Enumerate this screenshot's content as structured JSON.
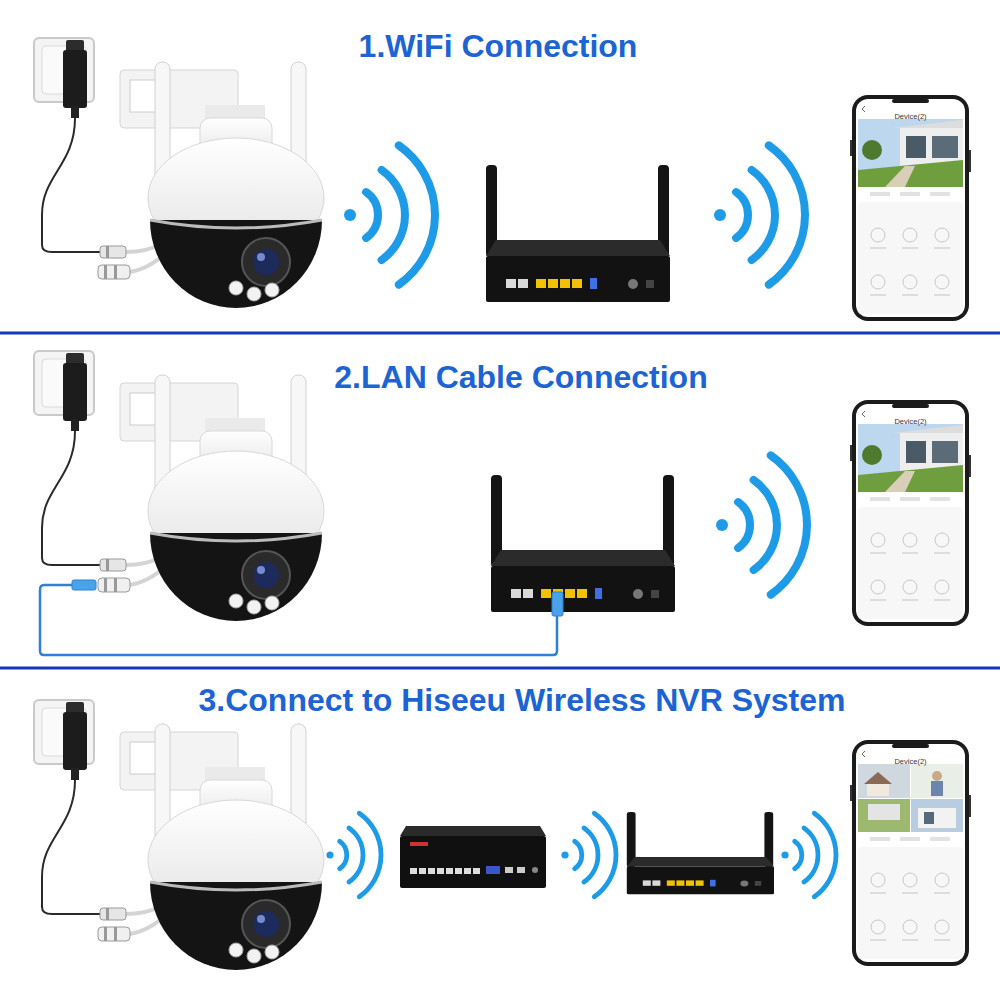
{
  "diagram": {
    "nodes": [
      {
        "text": [
          "Device(2)"
        ]
      },
      {
        "text": [
          "Device(2)"
        ]
      },
      {
        "text": [
          "Device(2)"
        ]
      }
    ],
    "labels": [
      "1.WiFi Connection",
      "2.LAN Cable Connection",
      "3.Connect to Hiseeu Wireless NVR System"
    ]
  }
}
